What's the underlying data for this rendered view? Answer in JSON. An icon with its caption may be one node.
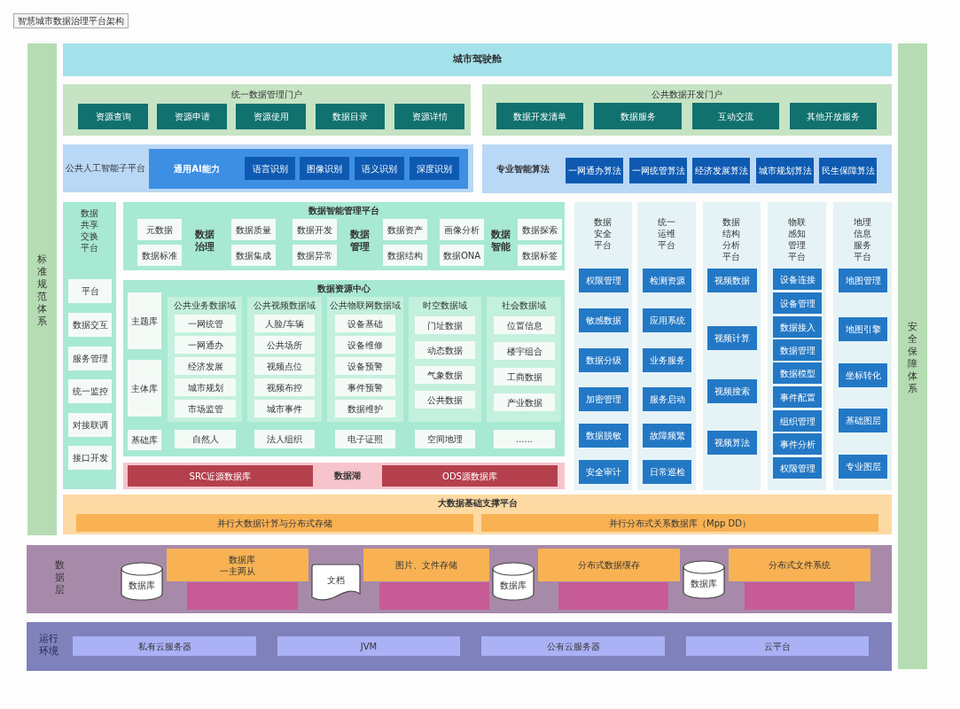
{
  "diagram": {
    "title": "智慧城市数据治理平台架构",
    "nodes": [
      {
        "text": [
          "标准规范体系"
        ]
      },
      {
        "text": [
          "城市驾驶舱"
        ]
      },
      {
        "text": [
          "统一数据管理门户"
        ]
      },
      {
        "text": [
          "资源查询"
        ],
        "in": 2
      },
      {
        "text": [
          "资源申请"
        ],
        "in": 2
      },
      {
        "text": [
          "资源使用"
        ],
        "in": 2
      },
      {
        "text": [
          "数据目录"
        ],
        "in": 2
      },
      {
        "text": [
          "资源详情"
        ],
        "in": 2
      },
      {
        "text": [
          "公共数据开发门户"
        ]
      },
      {
        "text": [
          "数据开发清单"
        ],
        "in": 8
      },
      {
        "text": [
          "数据服务"
        ],
        "in": 8
      },
      {
        "text": [
          "互动交流"
        ],
        "in": 8
      },
      {
        "text": [
          "其他开放服务"
        ],
        "in": 8
      },
      {
        "text": [
          "公共人工智能子平台"
        ]
      },
      {
        "text": [
          "通用AI能力"
        ],
        "in": 13
      },
      {
        "text": [
          "语言识别"
        ],
        "in": 14
      },
      {
        "text": [
          "图像识别"
        ],
        "in": 14
      },
      {
        "text": [
          "语义识别"
        ],
        "in": 14
      },
      {
        "text": [
          "深度识别"
        ],
        "in": 14
      },
      {
        "text": [
          "专业智能算法"
        ]
      },
      {
        "text": [
          "一网通办算法"
        ],
        "in": 19
      },
      {
        "text": [
          "一网统管算法"
        ],
        "in": 19
      },
      {
        "text": [
          "经济发展算法"
        ],
        "in": 19
      },
      {
        "text": [
          "城市规划算法"
        ],
        "in": 19
      },
      {
        "text": [
          "民生保障算法"
        ],
        "in": 19
      },
      {
        "text": [
          "数据共享交换平台"
        ]
      },
      {
        "text": [
          "平台"
        ],
        "in": 25
      },
      {
        "text": [
          "数据交互"
        ],
        "in": 25
      },
      {
        "text": [
          "服务管理"
        ],
        "in": 25
      },
      {
        "text": [
          "统一监控"
        ],
        "in": 25
      },
      {
        "text": [
          "对接联调"
        ],
        "in": 25
      },
      {
        "text": [
          "接口开发"
        ],
        "in": 25
      },
      {
        "text": [
          "数据智能管理平台",
          "数据治理",
          "数据管理",
          "数据智能"
        ]
      },
      {
        "text": [
          "元数据"
        ],
        "in": 32
      },
      {
        "text": [
          "数据质量"
        ],
        "in": 32
      },
      {
        "text": [
          "数据开发"
        ],
        "in": 32
      },
      {
        "text": [
          "数据资产"
        ],
        "in": 32
      },
      {
        "text": [
          "画像分析"
        ],
        "in": 32
      },
      {
        "text": [
          "数据探索"
        ],
        "in": 32
      },
      {
        "text": [
          "数据标准"
        ],
        "in": 32
      },
      {
        "text": [
          "数据集成"
        ],
        "in": 32
      },
      {
        "text": [
          "数据异常"
        ],
        "in": 32
      },
      {
        "text": [
          "数据结构"
        ],
        "in": 32
      },
      {
        "text": [
          "数据ONA"
        ],
        "in": 32
      },
      {
        "text": [
          "数据标签"
        ],
        "in": 32
      },
      {
        "text": [
          "数据资源中心"
        ]
      },
      {
        "text": [
          "主题库"
        ],
        "in": 45
      },
      {
        "text": [
          "主体库"
        ],
        "in": 45
      },
      {
        "text": [
          "基础库"
        ],
        "in": 45
      },
      {
        "text": [
          "公共业务数据域"
        ],
        "in": 45
      },
      {
        "text": [
          "一网统管"
        ],
        "in": 49
      },
      {
        "text": [
          "一网通办"
        ],
        "in": 49
      },
      {
        "text": [
          "经济发展"
        ],
        "in": 49
      },
      {
        "text": [
          "城市规划"
        ],
        "in": 49
      },
      {
        "text": [
          "市场监管"
        ],
        "in": 49
      },
      {
        "text": [
          "公共视频数据域"
        ],
        "in": 45
      },
      {
        "text": [
          "人脸/车辆"
        ],
        "in": 55
      },
      {
        "text": [
          "公共场所"
        ],
        "in": 55
      },
      {
        "text": [
          "视频点位"
        ],
        "in": 55
      },
      {
        "text": [
          "视频布控"
        ],
        "in": 55
      },
      {
        "text": [
          "城市事件"
        ],
        "in": 55
      },
      {
        "text": [
          "公共物联网数据域"
        ],
        "in": 45
      },
      {
        "text": [
          "设备基础"
        ],
        "in": 61
      },
      {
        "text": [
          "设备维修"
        ],
        "in": 61
      },
      {
        "text": [
          "设备预警"
        ],
        "in": 61
      },
      {
        "text": [
          "事件预警"
        ],
        "in": 61
      },
      {
        "text": [
          "数据维护"
        ],
        "in": 61
      },
      {
        "text": [
          "时空数据域"
        ],
        "in": 45
      },
      {
        "text": [
          "门址数据"
        ],
        "in": 67
      },
      {
        "text": [
          "动态数据"
        ],
        "in": 67
      },
      {
        "text": [
          "气象数据"
        ],
        "in": 67
      },
      {
        "text": [
          "公共数据"
        ],
        "in": 67
      },
      {
        "text": [
          "社会数据域"
        ],
        "in": 45
      },
      {
        "text": [
          "位置信息"
        ],
        "in": 72
      },
      {
        "text": [
          "楼宇组合"
        ],
        "in": 72
      },
      {
        "text": [
          "工商数据"
        ],
        "in": 72
      },
      {
        "text": [
          "产业数据"
        ],
        "in": 72
      },
      {
        "text": [
          "自然人"
        ],
        "in": 45
      },
      {
        "text": [
          "法人组织"
        ],
        "in": 45
      },
      {
        "text": [
          "电子证照"
        ],
        "in": 45
      },
      {
        "text": [
          "空间地理"
        ],
        "in": 45
      },
      {
        "text": [
          "......"
        ],
        "in": 45
      },
      {
        "text": [
          "数据湖"
        ]
      },
      {
        "text": [
          "SRC近源数据库"
        ],
        "in": 82
      },
      {
        "text": [
          "ODS源数据库"
        ],
        "in": 82
      },
      {
        "text": [
          "数据安全平台"
        ]
      },
      {
        "text": [
          "权限管理"
        ],
        "in": 85
      },
      {
        "text": [
          "敏感数据"
        ],
        "in": 85
      },
      {
        "text": [
          "数据分级"
        ],
        "in": 85
      },
      {
        "text": [
          "加密管理"
        ],
        "in": 85
      },
      {
        "text": [
          "数据脱敏"
        ],
        "in": 85
      },
      {
        "text": [
          "安全审计"
        ],
        "in": 85
      },
      {
        "text": [
          "统一运维平台"
        ]
      },
      {
        "text": [
          "检测资源"
        ],
        "in": 92
      },
      {
        "text": [
          "应用系统"
        ],
        "in": 92
      },
      {
        "text": [
          "业务服务"
        ],
        "in": 92
      },
      {
        "text": [
          "服务启动"
        ],
        "in": 92
      },
      {
        "text": [
          "故障频繁"
        ],
        "in": 92
      },
      {
        "text": [
          "日常巡检"
        ],
        "in": 92
      },
      {
        "text": [
          "数据结构分析平台"
        ]
      },
      {
        "text": [
          "视频数据"
        ],
        "in": 99
      },
      {
        "text": [
          "视频计算"
        ],
        "in": 99
      },
      {
        "text": [
          "视频搜索"
        ],
        "in": 99
      },
      {
        "text": [
          "视频算法"
        ],
        "in": 99
      },
      {
        "text": [
          "物联感知管理平台"
        ]
      },
      {
        "text": [
          "设备连接"
        ],
        "in": 104
      },
      {
        "text": [
          "设备管理"
        ],
        "in": 104
      },
      {
        "text": [
          "数据接入"
        ],
        "in": 104
      },
      {
        "text": [
          "数据管理"
        ],
        "in": 104
      },
      {
        "text": [
          "数据模型"
        ],
        "in": 104
      },
      {
        "text": [
          "事件配置"
        ],
        "in": 104
      },
      {
        "text": [
          "组织管理"
        ],
        "in": 104
      },
      {
        "text": [
          "事件分析"
        ],
        "in": 104
      },
      {
        "text": [
          "权限管理"
        ],
        "in": 104
      },
      {
        "text": [
          "地理信息服务平台"
        ]
      },
      {
        "text": [
          "地图管理"
        ],
        "in": 114
      },
      {
        "text": [
          "地图引擎"
        ],
        "in": 114
      },
      {
        "text": [
          "坐标转化"
        ],
        "in": 114
      },
      {
        "text": [
          "基础图层"
        ],
        "in": 114
      },
      {
        "text": [
          "专业图层"
        ],
        "in": 114
      },
      {
        "text": [
          "大数据基础支撑平台"
        ]
      },
      {
        "text": [
          "并行大数据计算与分布式存储"
        ],
        "in": 120
      },
      {
        "text": [
          "并行分布式关系数据库（Mpp DD）"
        ],
        "in": 120
      },
      {
        "text": [
          "数据层"
        ]
      },
      {
        "text": [
          "数据库"
        ],
        "in": 123
      },
      {
        "text": [
          "数据库一主两从"
        ],
        "in": 123
      },
      {
        "text": [],
        "shape": "box",
        "in": 123
      },
      {
        "text": [
          "文档"
        ],
        "in": 123
      },
      {
        "text": [
          "图片、文件存储"
        ],
        "in": 123
      },
      {
        "text": [],
        "shape": "box",
        "in": 123
      },
      {
        "text": [
          "数据库"
        ],
        "in": 123
      },
      {
        "text": [
          "分布式数据缓存"
        ],
        "in": 123
      },
      {
        "text": [],
        "shape": "box",
        "in": 123
      },
      {
        "text": [
          "数据库"
        ],
        "in": 123
      },
      {
        "text": [
          "分布式文件系统"
        ],
        "in": 123
      },
      {
        "text": [],
        "shape": "box",
        "in": 123
      },
      {
        "text": [
          "运行环境"
        ]
      },
      {
        "text": [
          "私有云服务器"
        ],
        "in": 136
      },
      {
        "text": [
          "JVM"
        ],
        "in": 136
      },
      {
        "text": [
          "公有云服务器"
        ],
        "in": 136
      },
      {
        "text": [
          "云平台"
        ],
        "in": 136
      },
      {
        "text": [
          "安全保障体系"
        ]
      }
    ]
  }
}
